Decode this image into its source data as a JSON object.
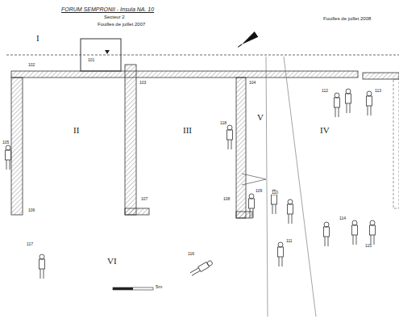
{
  "diagram": {
    "title": "FORUM SEMPRONII - Insula NA. 10",
    "labels": [
      "Secteur 2",
      "Fouilles de juillet 2007",
      "Fouilles de juillet 2008",
      "I",
      "II",
      "III",
      "IV",
      "V",
      "VI",
      "101",
      "102",
      "103",
      "104",
      "105",
      "106",
      "107",
      "108",
      "109",
      "110",
      "111",
      "112",
      "113",
      "114",
      "115",
      "116",
      "117",
      "118",
      "5m"
    ]
  }
}
